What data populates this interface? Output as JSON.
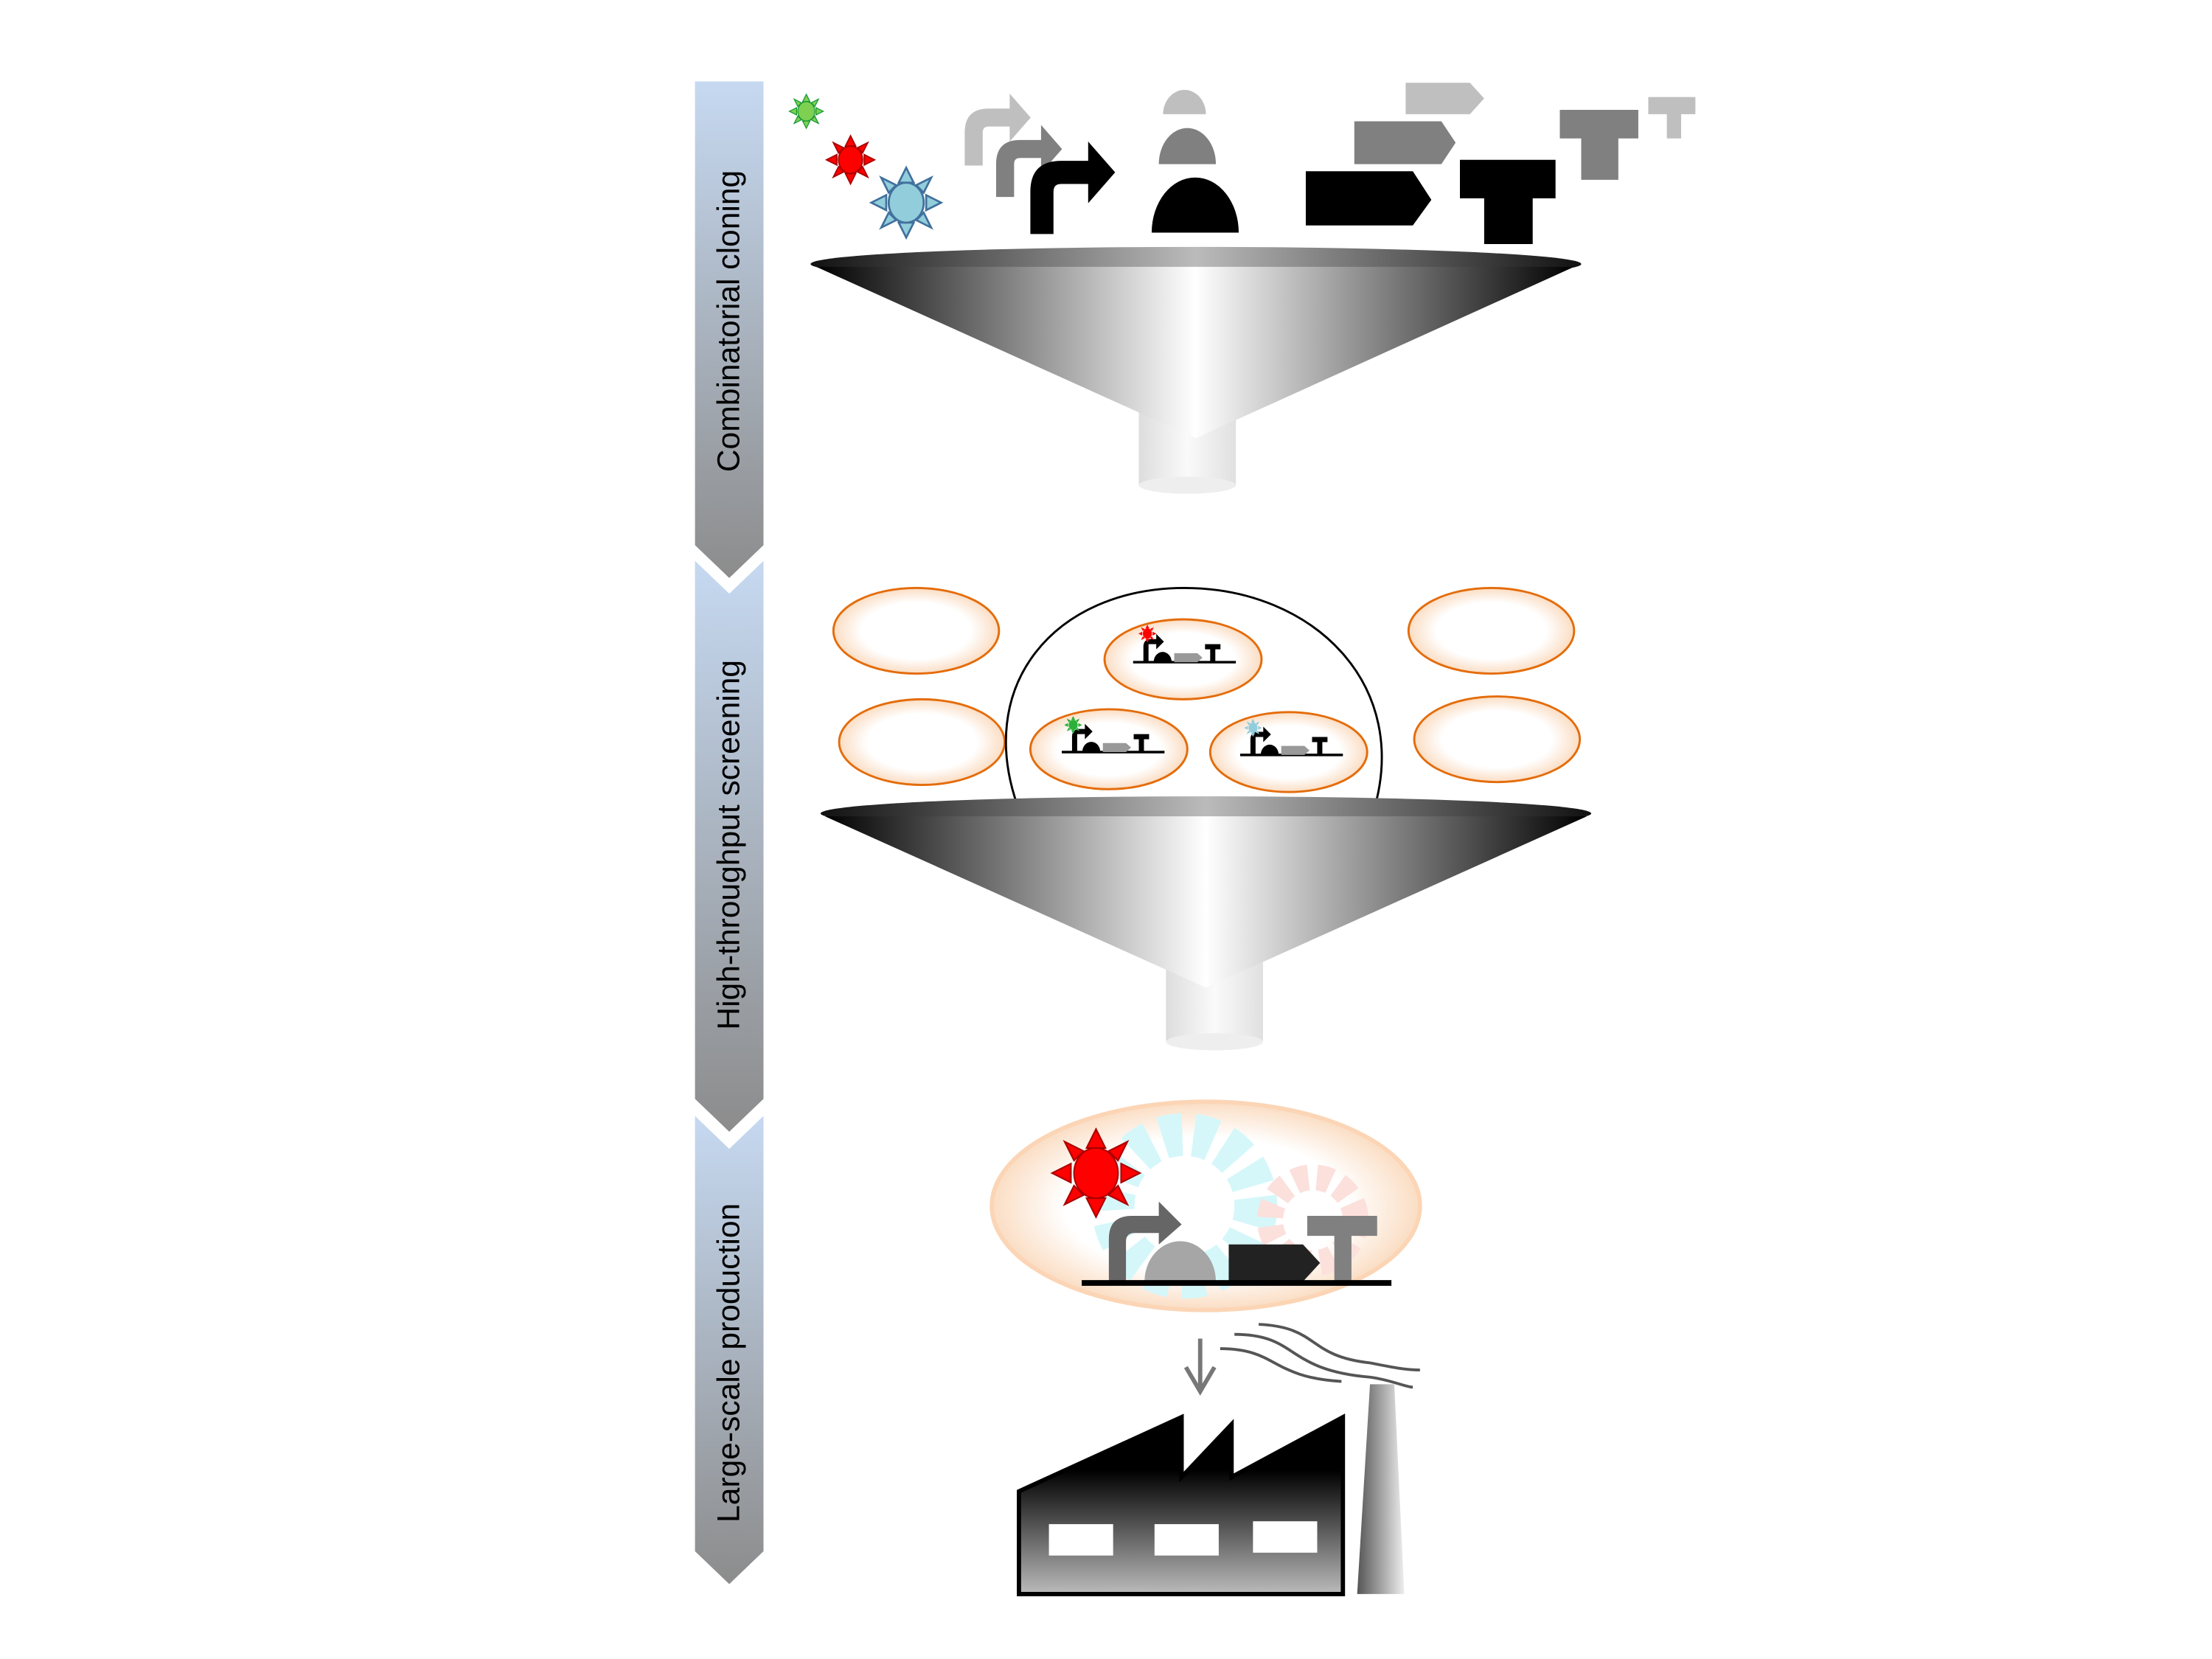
{
  "stages": [
    {
      "label": "Combinatorial cloning"
    },
    {
      "label": "High-throughput screening"
    },
    {
      "label": "Large-scale production"
    }
  ],
  "colors": {
    "arrow_top": "#c6d9f1",
    "arrow_bottom": "#8c8c8c",
    "cell_border": "#e46c0a",
    "sun_red": "#ff0000",
    "sun_green": "#7ed050",
    "sun_blue": "#92cddc"
  }
}
